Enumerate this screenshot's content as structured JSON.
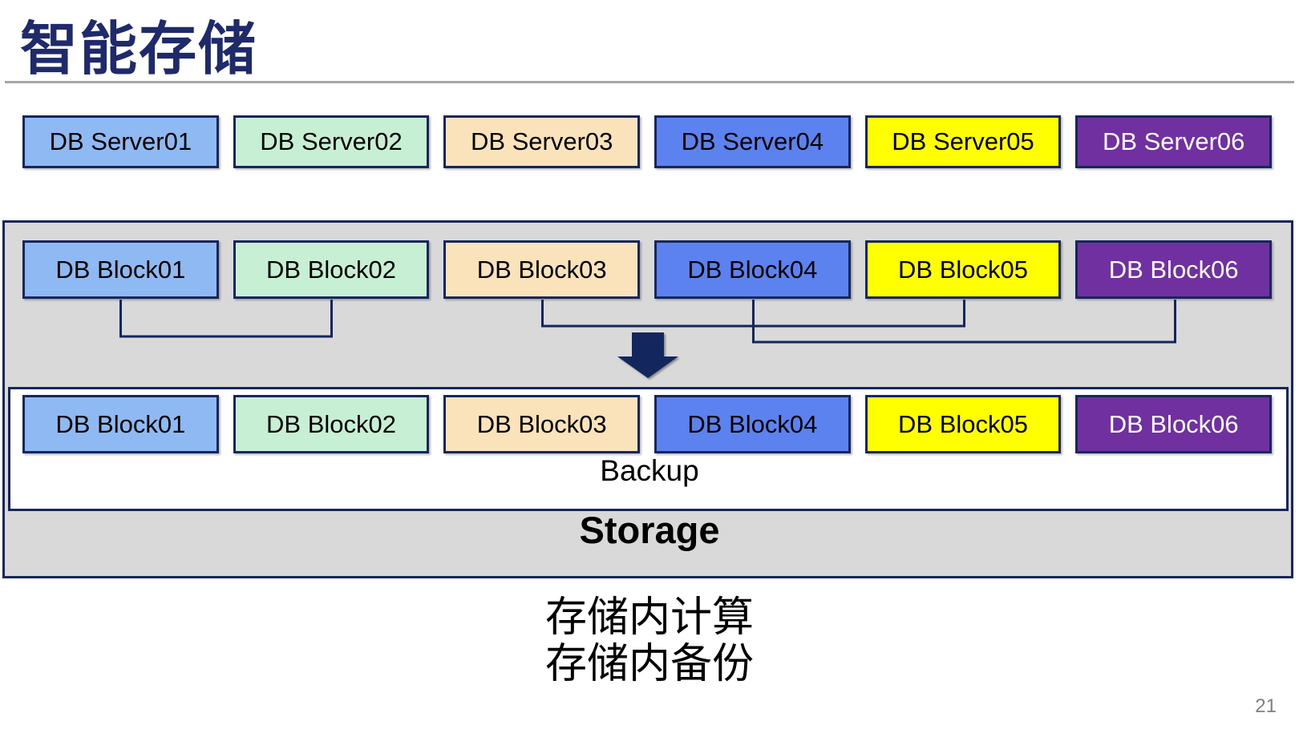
{
  "slide": {
    "title": "智能存储",
    "page_number": "21",
    "caption_line1": "存储内计算",
    "caption_line2": "存储内备份"
  },
  "servers": [
    {
      "label": "DB Server01",
      "fill": "#8FB9F2",
      "text": "#000000"
    },
    {
      "label": "DB Server02",
      "fill": "#C7EFD4",
      "text": "#000000"
    },
    {
      "label": "DB Server03",
      "fill": "#FAE2BA",
      "text": "#000000"
    },
    {
      "label": "DB Server04",
      "fill": "#5C82F0",
      "text": "#000000"
    },
    {
      "label": "DB Server05",
      "fill": "#FFFF00",
      "text": "#000000"
    },
    {
      "label": "DB Server06",
      "fill": "#7030A0",
      "text": "#FFFFFF"
    }
  ],
  "storage": {
    "label": "Storage",
    "blocks": [
      {
        "label": "DB Block01",
        "fill": "#8FB9F2",
        "text": "#000000"
      },
      {
        "label": "DB Block02",
        "fill": "#C7EFD4",
        "text": "#000000"
      },
      {
        "label": "DB Block03",
        "fill": "#FAE2BA",
        "text": "#000000"
      },
      {
        "label": "DB Block04",
        "fill": "#5C82F0",
        "text": "#000000"
      },
      {
        "label": "DB Block05",
        "fill": "#FFFF00",
        "text": "#000000"
      },
      {
        "label": "DB Block06",
        "fill": "#7030A0",
        "text": "#FFFFFF"
      }
    ],
    "backup": {
      "label": "Backup",
      "blocks": [
        {
          "label": "DB Block01",
          "fill": "#8FB9F2",
          "text": "#000000"
        },
        {
          "label": "DB Block02",
          "fill": "#C7EFD4",
          "text": "#000000"
        },
        {
          "label": "DB Block03",
          "fill": "#FAE2BA",
          "text": "#000000"
        },
        {
          "label": "DB Block04",
          "fill": "#5C82F0",
          "text": "#000000"
        },
        {
          "label": "DB Block05",
          "fill": "#FFFF00",
          "text": "#000000"
        },
        {
          "label": "DB Block06",
          "fill": "#7030A0",
          "text": "#FFFFFF"
        }
      ]
    }
  },
  "colors": {
    "title_text": "#1F2A6B",
    "box_border": "#17275E",
    "connector_line": "#14265E",
    "container_bg": "#D9D9D9",
    "divider_line": "#A6A6A6",
    "page_number_text": "#808080",
    "backup_bg": "#FFFFFF",
    "slide_bg": "#FFFFFF"
  }
}
